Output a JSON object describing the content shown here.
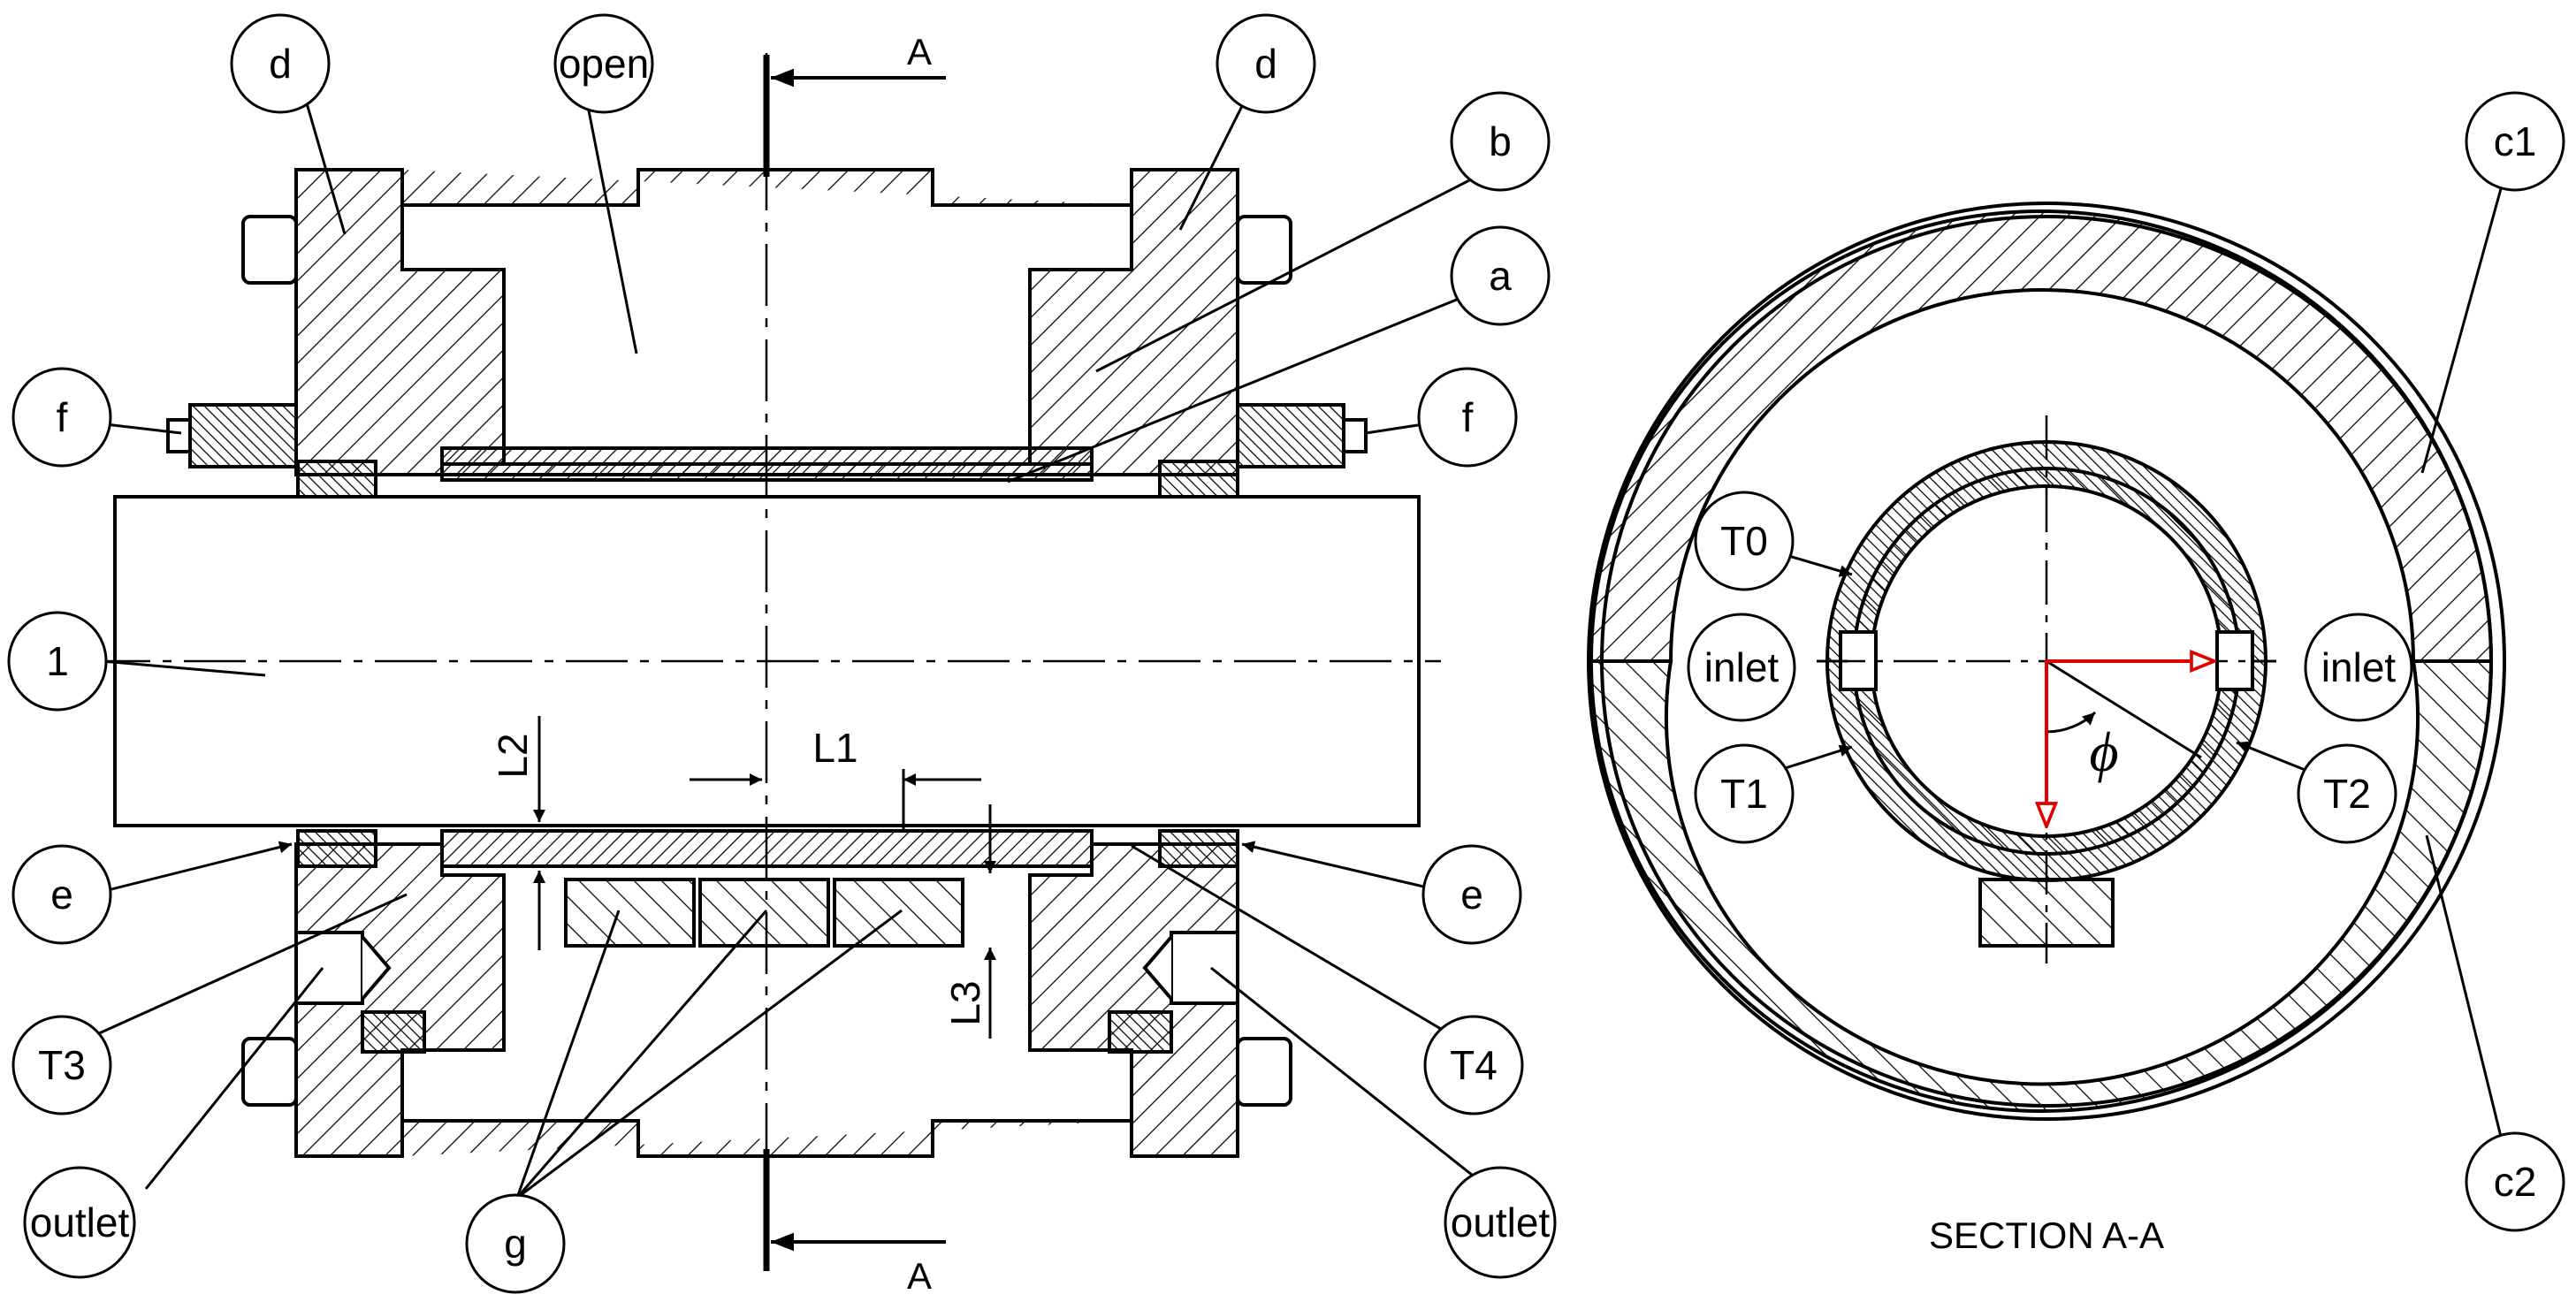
{
  "labels": {
    "d_left": "d",
    "open": "open",
    "d_right": "d",
    "b": "b",
    "a": "a",
    "f_left": "f",
    "f_right": "f",
    "shaft": "1",
    "e_left": "e",
    "e_right": "e",
    "t3": "T3",
    "t4": "T4",
    "outlet_left": "outlet",
    "outlet_right": "outlet",
    "g": "g",
    "c1": "c1",
    "c2": "c2",
    "t0": "T0",
    "t1": "T1",
    "t2": "T2",
    "inlet_left": "inlet",
    "inlet_right": "inlet"
  },
  "dimensions": {
    "l1": "L1",
    "l2": "L2",
    "l3": "L3",
    "angle": "ϕ"
  },
  "section": {
    "mark_top": "A",
    "mark_bottom": "A",
    "caption": "SECTION A-A"
  },
  "colors": {
    "line": "#000000",
    "vector": "#e00000"
  }
}
